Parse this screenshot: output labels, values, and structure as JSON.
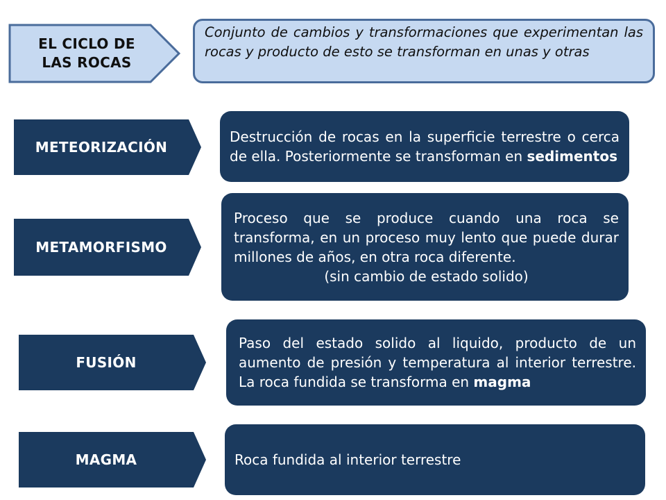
{
  "header": {
    "title_line1": "EL CICLO DE",
    "title_line2": "LAS ROCAS",
    "definition": "Conjunto de cambios y transformaciones que experimentan las rocas y producto de esto se transforman en unas y otras"
  },
  "concepts": {
    "meteorizacion": {
      "label": "METEORIZACIÓN",
      "text_a": "Destrucción de rocas en la superficie terrestre o cerca de ella. Posteriormente se transforman en ",
      "bold": "sedimentos"
    },
    "metamorfismo": {
      "label": "METAMORFISMO",
      "text_a": "Proceso que se produce cuando una roca se transforma, en un proceso muy lento que puede durar millones de años, en otra roca diferente.",
      "text_b": "(sin cambio de estado solido)"
    },
    "fusion": {
      "label": "FUSIÓN",
      "text_a": "Paso del estado solido al liquido, producto de un aumento de presión y temperatura al interior terrestre. La roca fundida se transforma en ",
      "bold": "magma"
    },
    "magma": {
      "label": "MAGMA",
      "text_a": "Roca fundida al interior terrestre"
    }
  },
  "colors": {
    "dark_box": "#1b3a5e",
    "light_box": "#c6d9f1",
    "light_border": "#4a6c9b"
  }
}
